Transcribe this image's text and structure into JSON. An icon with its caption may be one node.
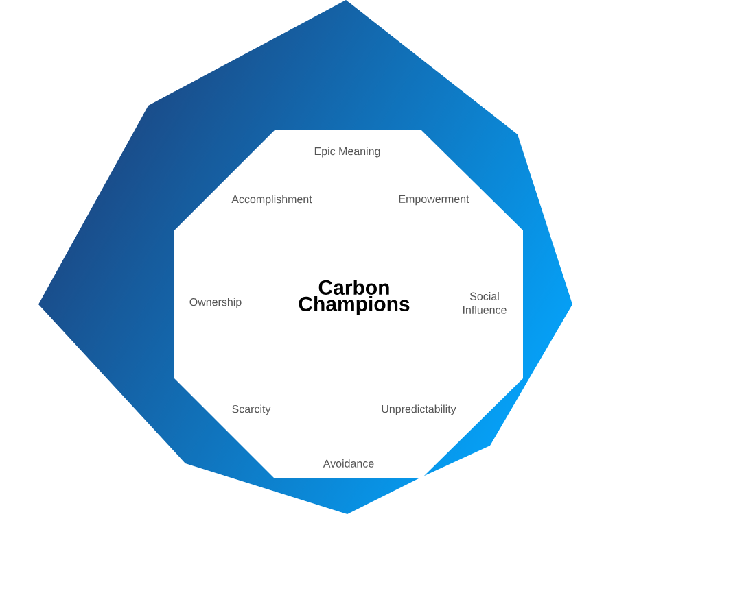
{
  "diagram": {
    "nodes": [
      {
        "text": [
          "Carbon Champions"
        ]
      }
    ],
    "labels": [
      "Epic Meaning",
      "Accomplishment",
      "Empowerment",
      "Ownership",
      "Social Influence",
      "Scarcity",
      "Unpredictability",
      "Avoidance"
    ]
  }
}
